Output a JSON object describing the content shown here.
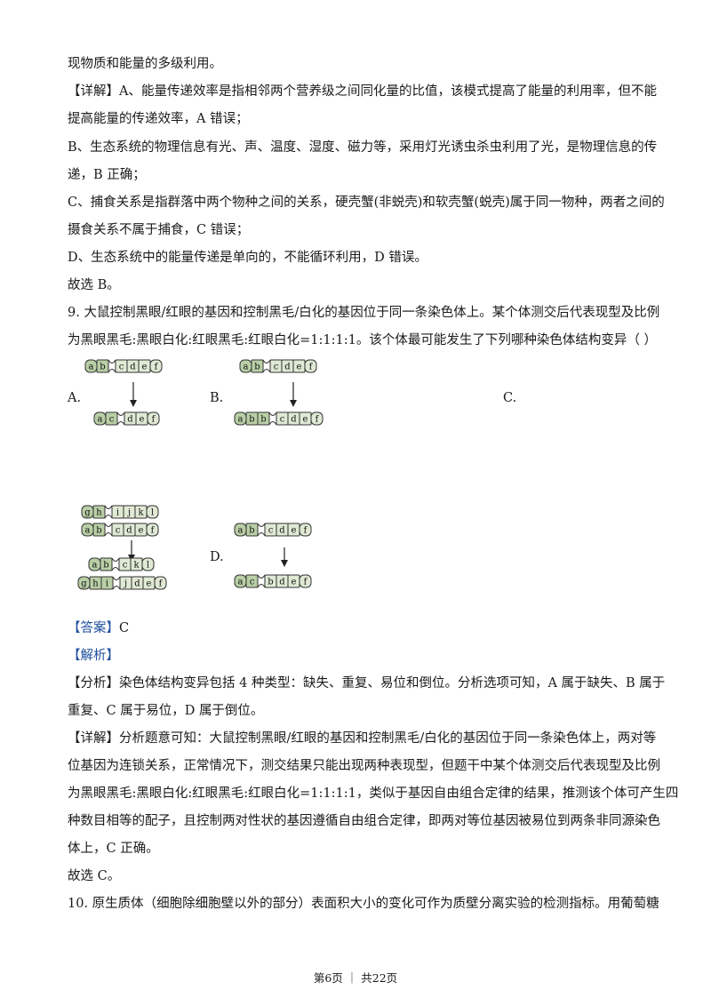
{
  "lines": [
    "现物质和能量的多级利用。",
    "【详解】A、能量传递效率是指相邻两个营养级之间同化量的比值，该模式提高了能量的利用率，但不能",
    "提高能量的传递效率，A 错误；",
    "B、生态系统的物理信息有光、声、温度、湿度、磁力等，采用灯光诱虫杀虫利用了光，是物理信息的传",
    "递，B 正确；",
    "C、捕食关系是指群落中两个物种之间的关系，硬壳蟹(非蜕壳)和软壳蟹(蜕壳)属于同一物种，两者之间的",
    "摄食关系不属于捕食，C 错误；",
    "D、生态系统中的能量传递是单向的，不能循环利用，D 错误。",
    "故选 B。",
    "9. 大鼠控制黑眼/红眼的基因和控制黑毛/白化的基因位于同一条染色体上。某个体测交后代表现型及比例",
    "为黑眼黑毛:黑眼白化:红眼黑毛:红眼白化=1:1:1:1。该个体最可能发生了下列哪种染色体结构变异（        ）"
  ],
  "options": {
    "A": "A.",
    "B": "B.",
    "C": "C.",
    "D": "D."
  },
  "chromosomes": {
    "a_top": [
      "a",
      "b",
      "c",
      "d",
      "e",
      "f"
    ],
    "a_bottom": [
      "a",
      "c",
      "d",
      "e",
      "f"
    ],
    "b_top": [
      "a",
      "b",
      "c",
      "d",
      "e",
      "f"
    ],
    "b_bottom": [
      "a",
      "b",
      "b",
      "c",
      "d",
      "e",
      "f"
    ],
    "c_top1": [
      "g",
      "h",
      "i",
      "j",
      "k",
      "l"
    ],
    "c_top2": [
      "a",
      "b",
      "c",
      "d",
      "e",
      "f"
    ],
    "c_bottom1": [
      "a",
      "b",
      "c",
      "k",
      "l"
    ],
    "c_bottom2": [
      "g",
      "h",
      "i",
      "j",
      "d",
      "e",
      "f"
    ],
    "d_top": [
      "a",
      "b",
      "c",
      "d",
      "e",
      "f"
    ],
    "d_bottom": [
      "a",
      "c",
      "b",
      "d",
      "e",
      "f"
    ]
  },
  "answer": {
    "label": "【答案】",
    "value": "C"
  },
  "analysis_label": "【解析】",
  "lines2": [
    "【分析】染色体结构变异包括 4 种类型：缺失、重复、易位和倒位。分析选项可知，A 属于缺失、B 属于",
    "重复、C 属于易位，D 属于倒位。",
    "【详解】分析题意可知：大鼠控制黑眼/红眼的基因和控制黑毛/白化的基因位于同一条染色体上，两对等",
    "位基因为连锁关系，正常情况下，测交结果只能出现两种表现型，但题干中某个体测交后代表现型及比例",
    "为黑眼黑毛:黑眼白化:红眼黑毛:红眼白化=1:1:1:1，类似于基因自由组合定律的结果，推测该个体可产生四",
    "种数目相等的配子，且控制两对性状的基因遵循自由组合定律，即两对等位基因被易位到两条非同源染色",
    "体上，C 正确。",
    "故选 C。",
    "10. 原生质体（细胞除细胞壁以外的部分）表面积大小的变化可作为质壁分离实验的检测指标。用葡萄糖"
  ],
  "footer": "第6页 ｜ 共22页"
}
